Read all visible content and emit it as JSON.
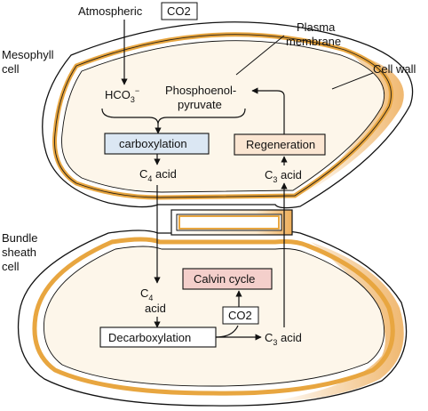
{
  "labels": {
    "atmospheric": "Atmospheric",
    "co2_top": "CO2",
    "plasma_line1": "Plasma",
    "plasma_line2": "membrane",
    "mesophyll_line1": "Mesophyll",
    "mesophyll_line2": "cell",
    "cell_wall": "Cell wall",
    "hco3_base": "HCO",
    "hco3_sub": "3",
    "hco3_sup": "−",
    "pep_line1": "Phosphoenol-",
    "pep_line2": "pyruvate",
    "bundle_line1": "Bundle",
    "bundle_line2": "sheath",
    "bundle_line3": "cell",
    "c4_upper_base": "C",
    "c4_upper_sub": "4",
    "c4_upper_word": " acid",
    "c3_upper_base": "C",
    "c3_upper_sub": "3",
    "c3_upper_word": " acid",
    "c4_lower_base": "C",
    "c4_lower_sub": "4",
    "c4_lower_word": "acid",
    "c3_lower_base": "C",
    "c3_lower_sub": "3",
    "c3_lower_word": " acid",
    "co2_lower": "CO2"
  },
  "boxes": {
    "carboxylation": "carboxylation",
    "regeneration": "Regeneration",
    "calvin": "Calvin cycle",
    "decarboxylation": "Decarboxylation"
  },
  "colors": {
    "membrane": "#e8a640",
    "wall": "#f3c98a",
    "carboxylation_fill": "#dbe7f3",
    "regeneration_fill": "#fbe6d2",
    "calvin_fill": "#f4cfcb",
    "outline": "#111111"
  }
}
